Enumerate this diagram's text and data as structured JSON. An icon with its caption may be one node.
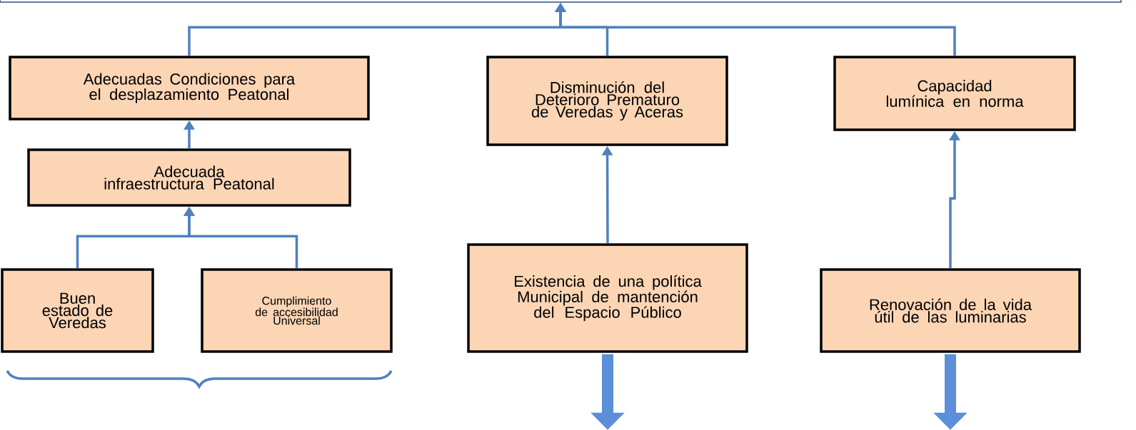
{
  "diagram": {
    "nodes": [
      {
        "text": [],
        "shape": "box"
      },
      {
        "text": [
          "Adecuadas Condiciones para el desplazamiento Peatonal"
        ]
      },
      {
        "text": [
          "Adecuada infraestructura Peatonal"
        ]
      },
      {
        "text": [
          "Buen estado de Veredas"
        ]
      },
      {
        "text": [
          "Cumplimiento de accesibilidad Universal"
        ]
      },
      {
        "text": [
          "Disminución del Deterioro Prematuro de Veredas y Aceras"
        ]
      },
      {
        "text": [
          "Existencia de una política Municipal de mantención del Espacio Público"
        ]
      },
      {
        "text": [
          "Capacidad lumínica en norma"
        ]
      },
      {
        "text": [
          "Renovación de la vida útil de las luminarias"
        ]
      }
    ],
    "edges": [
      {
        "from": 1,
        "to": 0,
        "arrow": "to"
      },
      {
        "from": 5,
        "to": 0,
        "arrow": "to"
      },
      {
        "from": 7,
        "to": 0,
        "arrow": "to"
      },
      {
        "from": 2,
        "to": 1,
        "arrow": "to"
      },
      {
        "from": 3,
        "to": 2,
        "arrow": "to"
      },
      {
        "from": 4,
        "to": 2,
        "arrow": "to"
      },
      {
        "from": 6,
        "to": 5,
        "arrow": "to"
      },
      {
        "from": 8,
        "to": 7,
        "arrow": "to"
      },
      {
        "from": 6,
        "to": null,
        "arrow": "to",
        "style": "thick"
      },
      {
        "from": 8,
        "to": null,
        "arrow": "to",
        "style": "thick"
      }
    ]
  }
}
